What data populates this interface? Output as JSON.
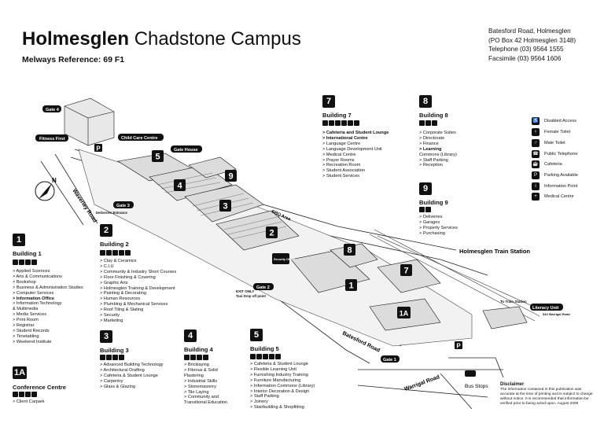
{
  "header": {
    "title_bold": "Holmesglen",
    "title_light": "Chadstone Campus",
    "melways": "Melways Reference: 69 F1"
  },
  "address": {
    "line1": "Batesford Road, Holmesglen",
    "line2": "(PO Box 42 Holmesglen 3148)",
    "line3": "Telephone (03) 9564 1555",
    "line4": "Facsimile (03) 9564 1606"
  },
  "buildings": {
    "b1": {
      "num": "1",
      "name": "Building 1",
      "items": [
        "> Applied Sciences",
        "> Arts & Communications",
        "> Bookshop",
        "> Business & Administration Studies",
        "> Computer Services",
        "> Information Office",
        "> Information Technology",
        "   & Multimedia",
        "> Media Services",
        "> Print Room",
        "> Registrar",
        "> Student Records",
        "> Timetabling",
        "> Weekend Institute"
      ]
    },
    "b2": {
      "num": "2",
      "name": "Building 2",
      "items": [
        "> Clay & Ceramics",
        "> C.I.U",
        "> Community & Industry Short Courses",
        "> Floor Finishing & Covering",
        "> Graphic Arts",
        "> Holmesglen Training & Development",
        "> Painting & Decorating",
        "> Human Resources",
        "> Plumbing & Mechanical Services",
        "> Roof Tiling & Slating",
        "> Security",
        "> Marketing"
      ]
    },
    "b3": {
      "num": "3",
      "name": "Building 3",
      "items": [
        "> Advanced Building Technology",
        "> Architectural Drafting",
        "> Cafeteria & Student Lounge",
        "> Carpentry",
        "> Glass & Glazing"
      ]
    },
    "b4": {
      "num": "4",
      "name": "Building 4",
      "items": [
        "> Bricklaying",
        "> Fibrous & Solid",
        "   Plastering",
        "> Industrial Skills",
        "> Stonemasonry",
        "> Tile Laying",
        "> Community and",
        "   Transitional Education"
      ]
    },
    "b5": {
      "num": "5",
      "name": "Building 5",
      "items": [
        "> Cafeteria & Student Lounge",
        "> Flexible Learning Unit",
        "> Furnishing Industry Training",
        "> Furniture Manufacturing",
        "> Information Commons (Library)",
        "> Interior Decoration & Design",
        "> Staff Parking",
        "> Joinery",
        "> Stairbuilding & Shopfitting"
      ]
    },
    "b7": {
      "num": "7",
      "name": "Building 7",
      "items": [
        "> Cafeteria and Student Lounge",
        "> International Centre",
        "> Language Centre",
        "> Language Development Unit",
        "> Medical Centre",
        "> Prayer Rooms",
        "> Recreation Room",
        "> Student Association",
        "> Student Services"
      ]
    },
    "b8": {
      "num": "8",
      "name": "Building 8",
      "items": [
        "> Corporate Suites",
        "> Directorate",
        "> Finance",
        "> Learning",
        "   Commons (Library)",
        "> Staff Parking",
        "> Reception"
      ]
    },
    "b9": {
      "num": "9",
      "name": "Building 9",
      "items": [
        "> Deliveries",
        "> Garages",
        "> Property Services",
        "> Purchasing"
      ]
    },
    "b1a": {
      "num": "1A",
      "name": "Conference Centre",
      "items": [
        "> Client Carpark"
      ]
    }
  },
  "legend": [
    {
      "icon": "disabled-access-icon",
      "glyph": "♿",
      "label": "Disabled Access"
    },
    {
      "icon": "female-toilet-icon",
      "glyph": "♀",
      "label": "Female Toilet"
    },
    {
      "icon": "male-toilet-icon",
      "glyph": "♂",
      "label": "Male Toilet"
    },
    {
      "icon": "public-telephone-icon",
      "glyph": "☎",
      "label": "Public Telephone"
    },
    {
      "icon": "cafeteria-icon",
      "glyph": "☕",
      "label": "Cafeteria"
    },
    {
      "icon": "parking-icon",
      "glyph": "P",
      "label": "Parking Available"
    },
    {
      "icon": "information-icon",
      "glyph": "i",
      "label": "Information Point"
    },
    {
      "icon": "medical-icon",
      "glyph": "+",
      "label": "Medical Centre"
    }
  ],
  "map": {
    "gate4": "Gate 4",
    "fitness": "Fitness First",
    "childcare": "Child Care Centre",
    "gatehouse": "Gate House",
    "gate3": "Gate 3",
    "deliveries": "Deliveries Entrance",
    "waverley": "Waverley Road",
    "bbq": "BBQ Area",
    "security": "Security Office",
    "gate2": "Gate 2",
    "exit_only": "EXIT ONLY",
    "taxi": "Taxi Drop off point",
    "station": "Holmesglen Train Station",
    "to_station": "To Train Station",
    "literacy": "Literacy Unit",
    "literacy_addr": "534 Warrigal Road",
    "batesford": "Batesford Road",
    "gate1": "Gate 1",
    "warrigal": "Warrigal Road",
    "bus": "Bus Stops",
    "parking": "P",
    "n": "N"
  },
  "disclaimer": {
    "title": "Disclaimer",
    "text": "The information contained in this publication was accurate at the time of printing and is subject to change without notice. It is recommended that information be verified prior to being acted upon. August 2008"
  }
}
